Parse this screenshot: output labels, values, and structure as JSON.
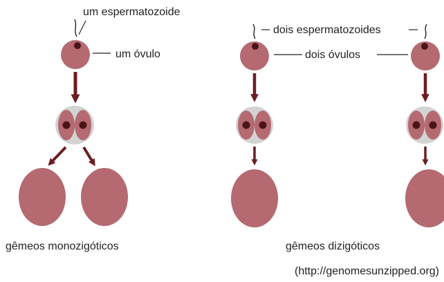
{
  "labels": {
    "sperm_single": "um espermatozoide",
    "ovum_single": "um óvulo",
    "sperm_double": "dois espermatozoides",
    "ova_double": "dois óvulos",
    "twins_mono": "gêmeos monozigóticos",
    "twins_di": "gêmeos dizigóticos",
    "source": "(http://genomesunzipped.org)"
  },
  "colors": {
    "cell": "#b46a70",
    "nucleus": "#4a1518",
    "arrow": "#6b1e22",
    "membrane": "#d3d3d3",
    "line": "#222222"
  }
}
